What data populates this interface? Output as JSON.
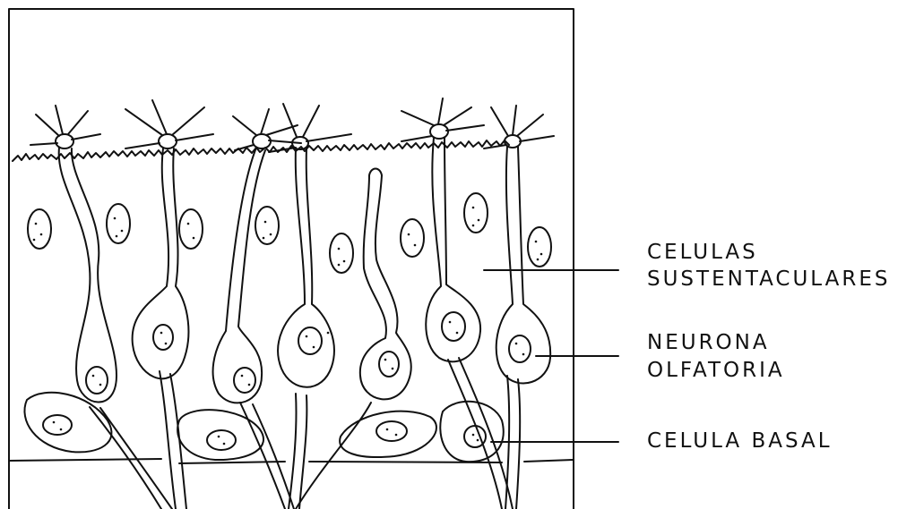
{
  "labels": {
    "sustentacular": {
      "line1": "CELULAS",
      "line2": "SUSTENTACULARES"
    },
    "olfactory_neuron": {
      "line1": "NEURONA",
      "line2": "OLFATORIA"
    },
    "basal": {
      "line1": "CELULA BASAL"
    }
  },
  "colors": {
    "ink": "#111111",
    "background": "#ffffff"
  }
}
